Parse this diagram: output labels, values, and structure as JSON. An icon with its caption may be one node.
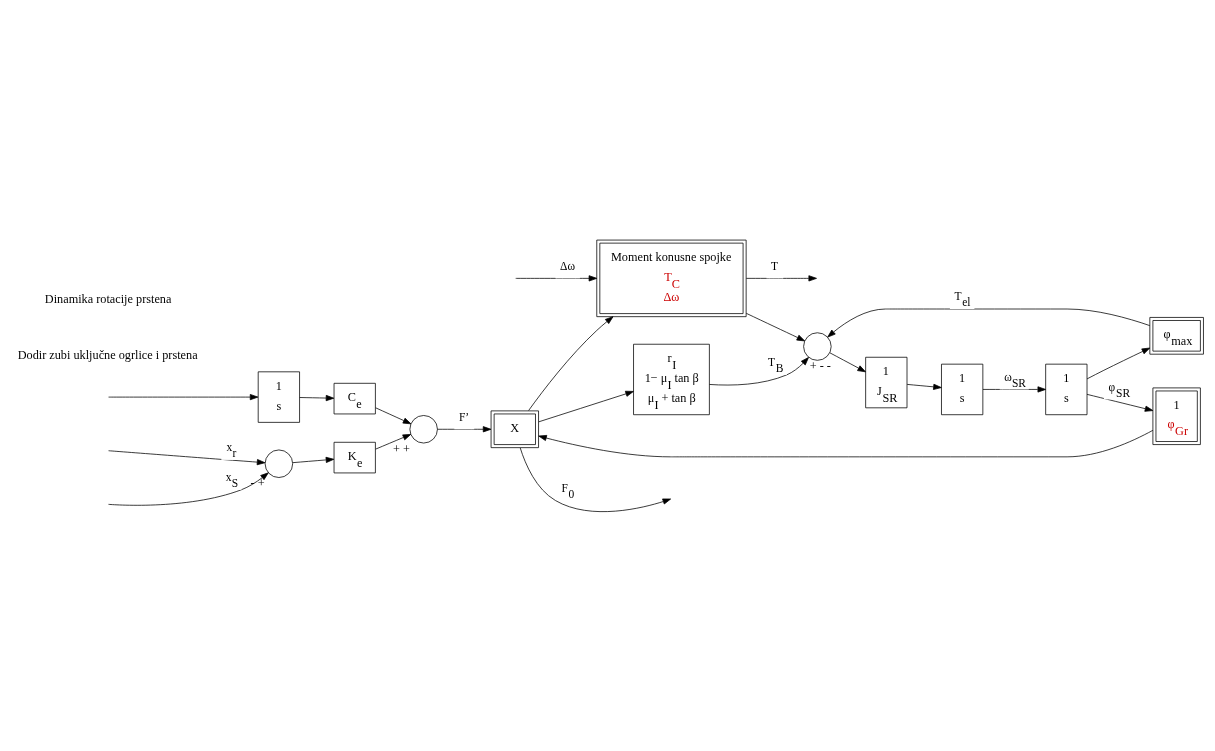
{
  "diagram": {
    "nodes": [
      {
        "text": [],
        "shape": "circle",
        "beside": [
          "-",
          "+"
        ]
      },
      {
        "text": [
          "K$_{e}$"
        ]
      },
      {
        "text": [
          "1",
          "s"
        ]
      },
      {
        "text": [
          "C$_{e}$"
        ]
      },
      {
        "text": [],
        "shape": "circle",
        "beside": [
          "+",
          "+"
        ]
      },
      {
        "text": [
          "X"
        ]
      },
      {
        "text": [
          "Moment konusne spojke",
          "T$_{C}$",
          "Δω"
        ]
      },
      {
        "text": [
          "r$_{I}$",
          "1− μ$_{I}$ tan β",
          "μ$_{I}$ + tan β"
        ]
      },
      {
        "text": [
          "1",
          "φ$_{Gr}$"
        ]
      },
      {
        "text": [],
        "shape": "circle",
        "beside": [
          "+",
          "-",
          "-"
        ]
      },
      {
        "text": [
          "1",
          "J$_{SR}$"
        ]
      },
      {
        "text": [
          "1",
          "s"
        ]
      },
      {
        "text": [
          "1",
          "s"
        ]
      },
      {
        "text": [
          "φ$_{max}$"
        ]
      }
    ],
    "edges": [
      {
        "from": null,
        "to": 0,
        "arrow": "to",
        "label": "x$_{S}$"
      },
      {
        "from": null,
        "to": 2,
        "arrow": "to"
      },
      {
        "from": null,
        "to": 0,
        "arrow": "to",
        "label": "x$_{r}$"
      },
      {
        "from": 0,
        "to": 1,
        "arrow": "to"
      },
      {
        "from": 1,
        "to": 4,
        "arrow": "to"
      },
      {
        "from": 2,
        "to": 3,
        "arrow": "to"
      },
      {
        "from": 3,
        "to": 4,
        "arrow": "to"
      },
      {
        "from": 4,
        "to": 5,
        "arrow": "to",
        "label": "F’"
      },
      {
        "from": 5,
        "to": null,
        "arrow": "to",
        "label": "F$_{0}$"
      },
      {
        "from": 5,
        "to": 6,
        "arrow": "to"
      },
      {
        "from": 5,
        "to": 7,
        "arrow": "to"
      },
      {
        "from": null,
        "to": 6,
        "arrow": "to",
        "label": "Δω"
      },
      {
        "from": 6,
        "to": null,
        "arrow": "to",
        "label": "T"
      },
      {
        "from": 6,
        "to": 9,
        "arrow": "to"
      },
      {
        "from": 7,
        "to": 9,
        "arrow": "to",
        "label": "T$_{B}$"
      },
      {
        "from": 9,
        "to": 10,
        "arrow": "to"
      },
      {
        "from": 10,
        "to": 11,
        "arrow": "to"
      },
      {
        "from": 11,
        "to": 12,
        "arrow": "to",
        "label": "ω$_{SR}$"
      },
      {
        "from": 12,
        "to": 8,
        "arrow": "to",
        "label": "φ$_{SR}$"
      },
      {
        "from": 12,
        "to": 13,
        "arrow": "to"
      },
      {
        "from": 13,
        "to": 9,
        "arrow": "to",
        "label": "T$_{el}$"
      },
      {
        "from": 8,
        "to": 5,
        "arrow": "to"
      }
    ],
    "labels": [
      "Dodir zubi uključne ogrlice i prstena",
      "Dinamika rotacije prstena"
    ]
  }
}
